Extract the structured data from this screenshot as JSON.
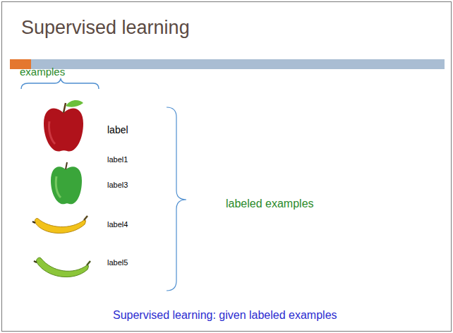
{
  "diagram": {
    "title": "Supervised learning",
    "caption": "Supervised learning: given labeled examples",
    "labels": [
      "examples",
      "label",
      "label1",
      "label3",
      "label4",
      "label5",
      "labeled examples"
    ]
  }
}
